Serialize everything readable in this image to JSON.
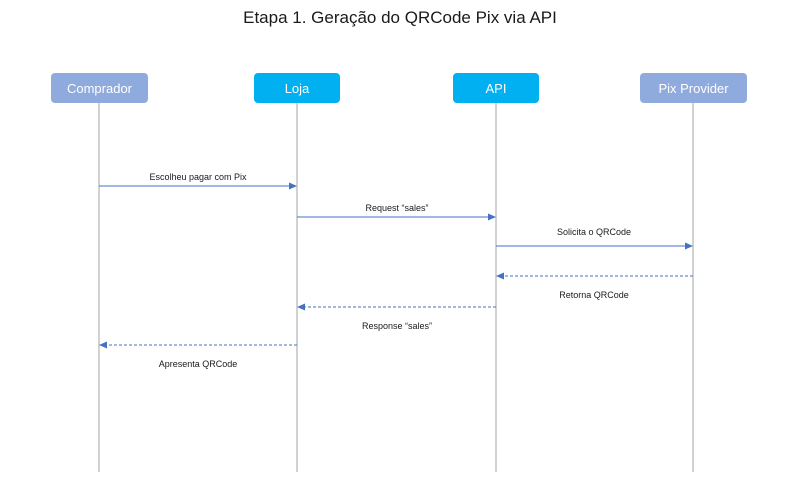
{
  "title": "Etapa 1. Geração do QRCode Pix via API",
  "actors": [
    {
      "id": "comprador",
      "label": "Comprador"
    },
    {
      "id": "loja",
      "label": "Loja"
    },
    {
      "id": "api",
      "label": "API"
    },
    {
      "id": "pix",
      "label": "Pix Provider"
    }
  ],
  "messages": [
    {
      "label": "Escolheu pagar com Pix",
      "style": "solid"
    },
    {
      "label": "Request “sales”",
      "style": "solid"
    },
    {
      "label": "Solicita o QRCode",
      "style": "solid"
    },
    {
      "label": "Retorna QRCode",
      "style": "dashed"
    },
    {
      "label": "Response “sales”",
      "style": "dashed"
    },
    {
      "label": "Apresenta QRCode",
      "style": "dashed"
    }
  ],
  "colors": {
    "actor_primary": "#00b0f0",
    "actor_secondary": "#8faadc",
    "arrow": "#4472c4",
    "lifeline": "#a6a6a6"
  }
}
